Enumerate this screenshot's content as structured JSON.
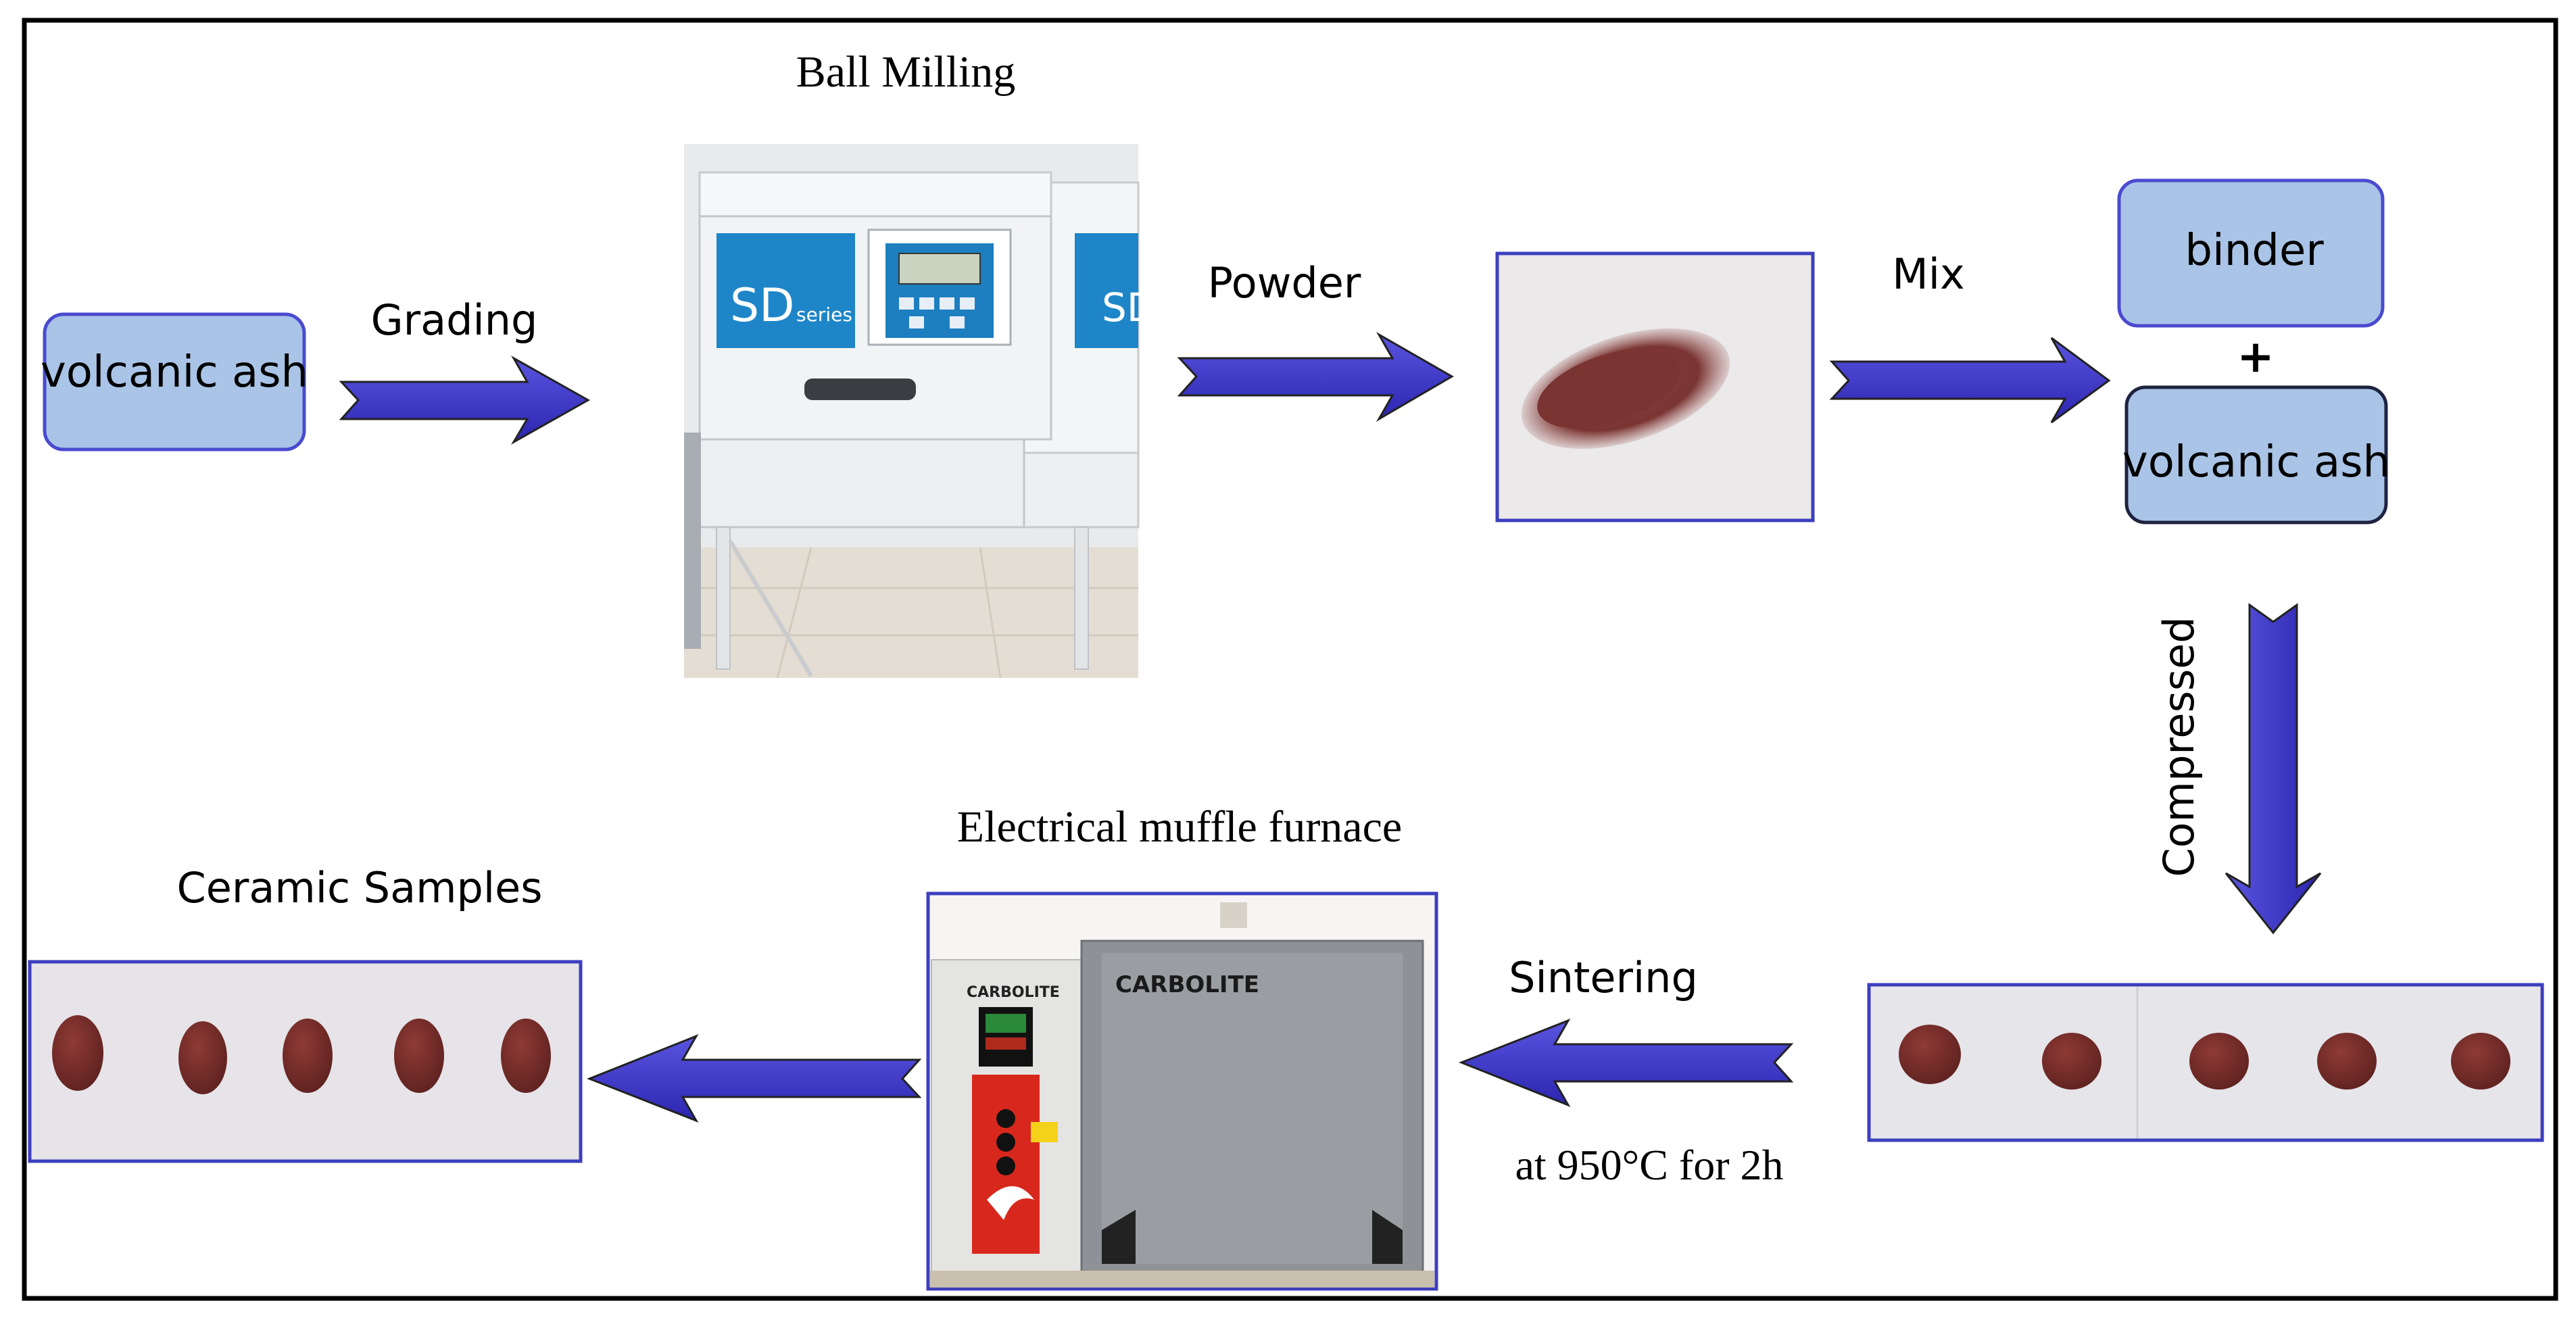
{
  "labels": {
    "grading": "Grading",
    "ball_milling": "Ball Milling",
    "powder": "Powder",
    "mix": "Mix",
    "plus": "+",
    "compressed": "Compressed",
    "sintering": "Sintering",
    "sintering_condition": "at 950°C for 2h",
    "furnace": "Electrical muffle furnace",
    "ceramic_samples": "Ceramic Samples"
  },
  "boxes": {
    "volcanic_ash": "volcanic ash",
    "binder": "binder",
    "volcanic_ash_mix": "volcanic ash"
  },
  "machine": {
    "brand_large": "SD",
    "brand_small": "series"
  },
  "furnace": {
    "brand": "CARBOLITE",
    "panel_brand": "CARBOLITE"
  },
  "colors": {
    "arrow": "#3a33c9",
    "box_fill": "#a9c4e6",
    "box_stroke": "#3d3fbf",
    "sample": "#7a2f2c",
    "frame": "#000000"
  }
}
